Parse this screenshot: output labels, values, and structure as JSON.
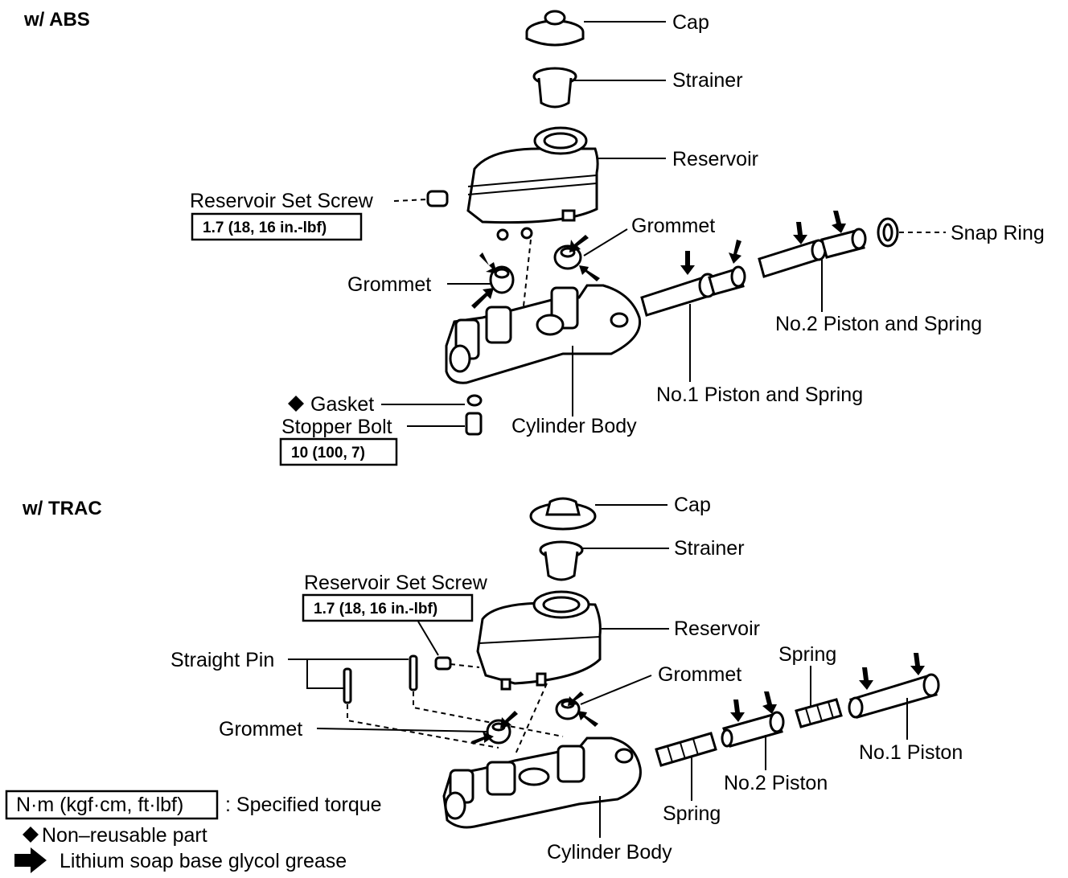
{
  "abs": {
    "heading": "w/ ABS",
    "cap": "Cap",
    "strainer": "Strainer",
    "reservoir": "Reservoir",
    "reservoir_set_screw": "Reservoir Set Screw",
    "reservoir_set_screw_torque": "1.7 (18, 16 in.-lbf)",
    "grommet_left": "Grommet",
    "grommet_right": "Grommet",
    "snap_ring": "Snap Ring",
    "no2_piston_spring": "No.2 Piston and Spring",
    "no1_piston_spring": "No.1 Piston and Spring",
    "gasket": "Gasket",
    "stopper_bolt": "Stopper Bolt",
    "stopper_bolt_torque": "10 (100, 7)",
    "cylinder_body": "Cylinder Body"
  },
  "trac": {
    "heading": "w/ TRAC",
    "cap": "Cap",
    "strainer": "Strainer",
    "reservoir": "Reservoir",
    "reservoir_set_screw": "Reservoir Set Screw",
    "reservoir_set_screw_torque": "1.7 (18, 16 in.-lbf)",
    "straight_pin": "Straight Pin",
    "grommet_left": "Grommet",
    "grommet_right": "Grommet",
    "spring_upper": "Spring",
    "no1_piston": "No.1 Piston",
    "no2_piston": "No.2 Piston",
    "spring_lower": "Spring",
    "cylinder_body": "Cylinder Body"
  },
  "legend": {
    "torque_box": "N·m (kgf·cm, ft·lbf)",
    "torque_desc": ": Specified torque",
    "non_reusable": "Non–reusable part",
    "grease": "Lithium soap base glycol grease"
  }
}
